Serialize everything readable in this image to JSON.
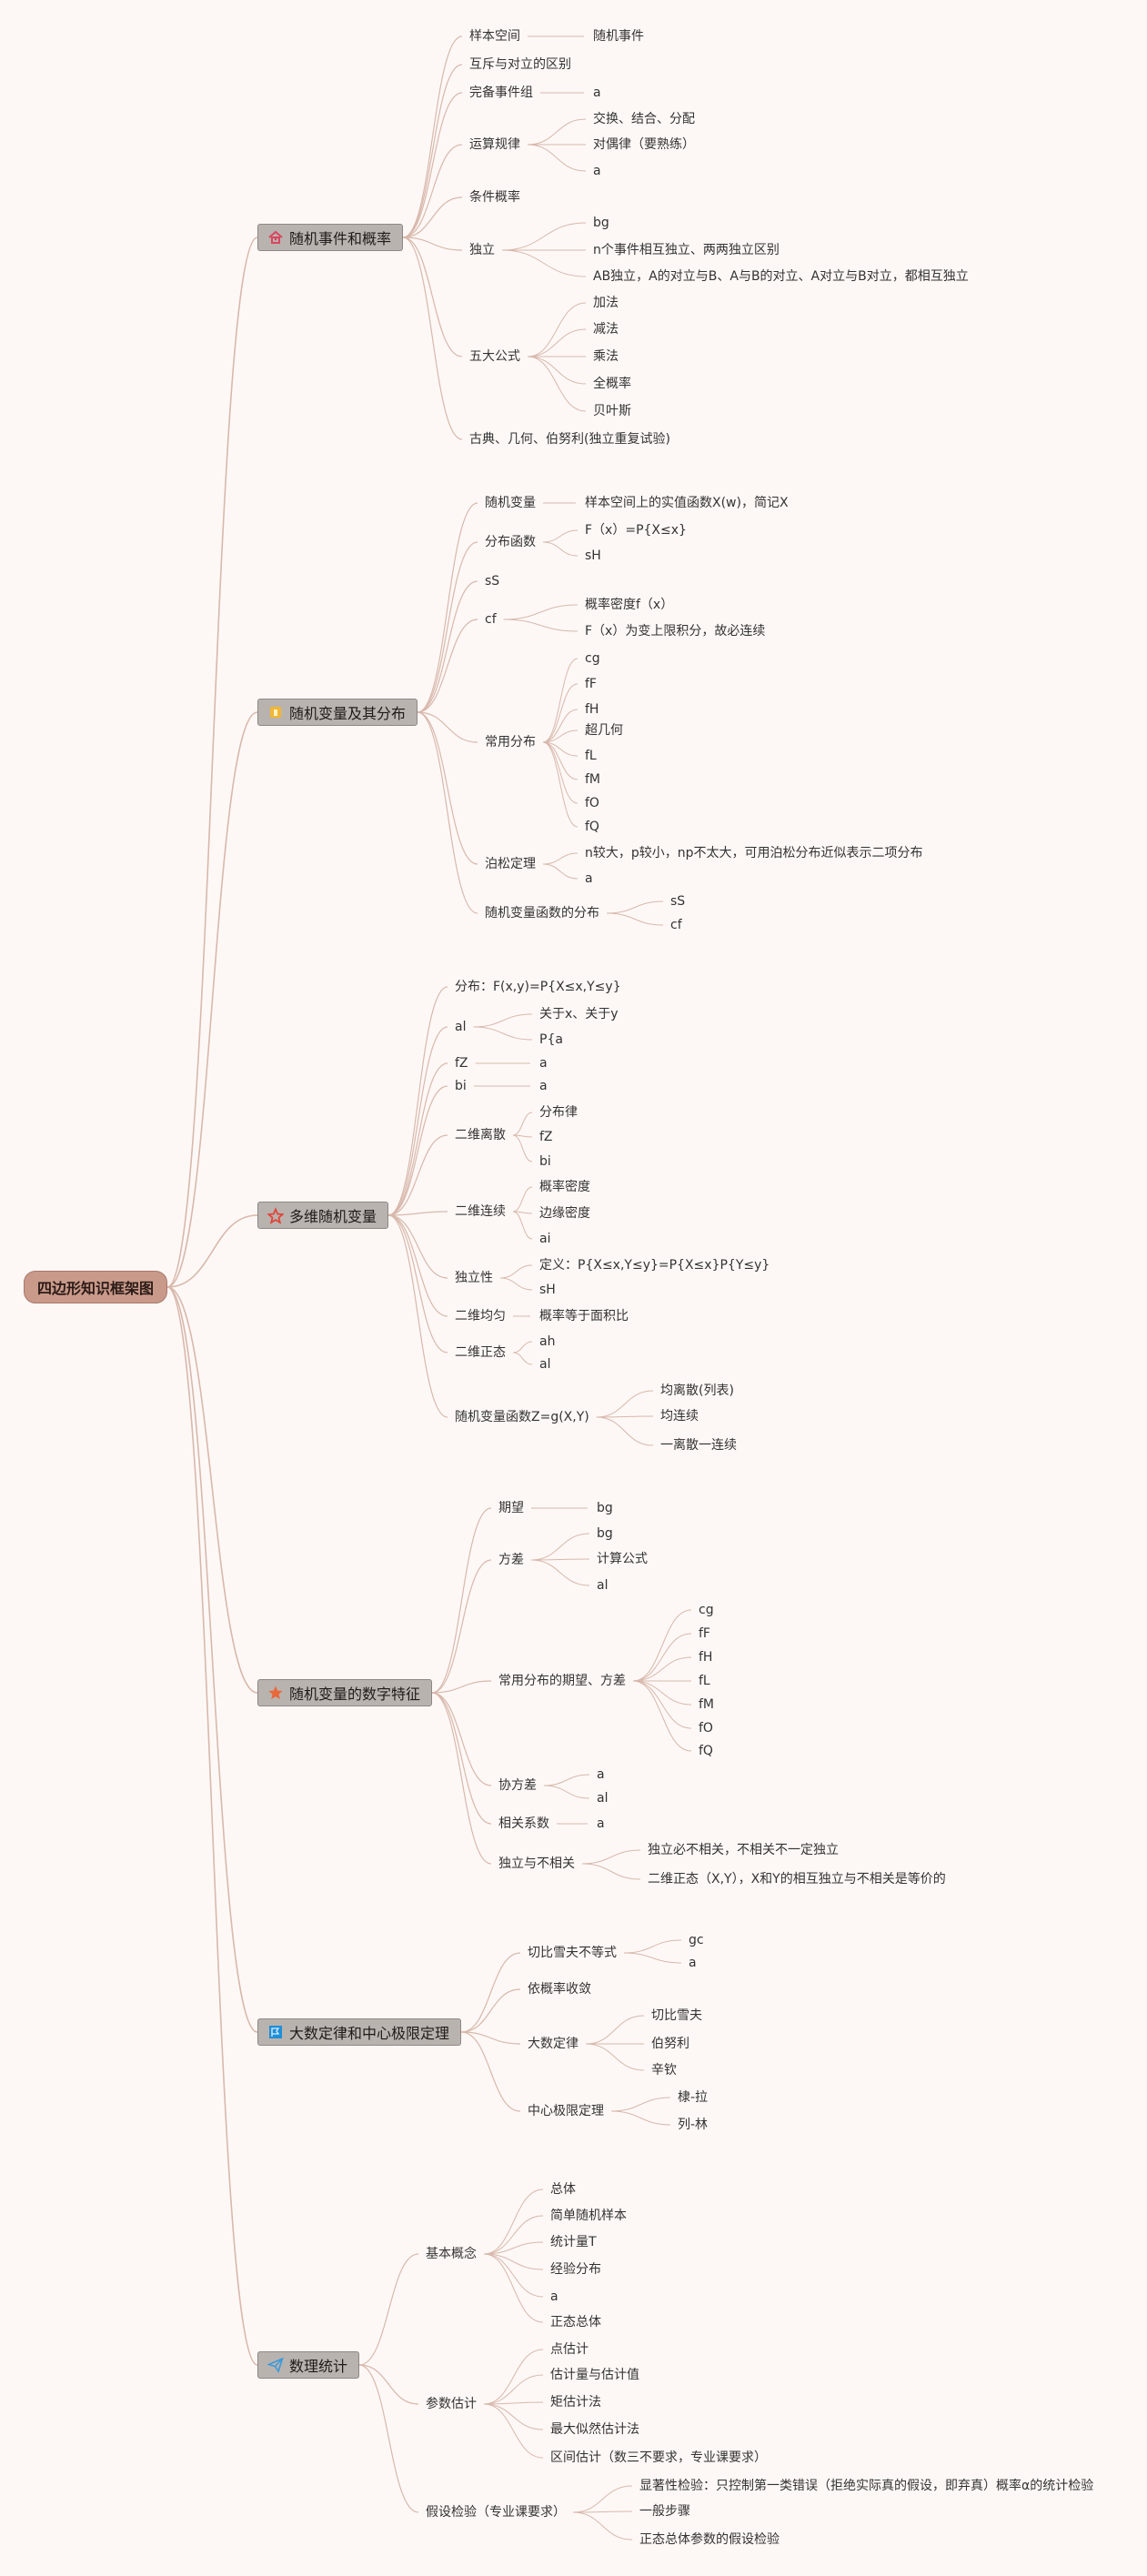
{
  "root": {
    "label": "四边形知识框架图"
  },
  "colors": {
    "edge": "#d8b8ac",
    "background": "#fdf8f6",
    "root": "#c99a8a",
    "main": "#b9b3b0"
  },
  "branches": [
    {
      "label": "随机事件和概率",
      "icon": "house-icon",
      "icon_color": "#d9455f",
      "children": [
        {
          "label": "样本空间",
          "children": [
            {
              "label": "随机事件"
            }
          ]
        },
        {
          "label": "互斥与对立的区别"
        },
        {
          "label": "完备事件组",
          "children": [
            {
              "label": "a"
            }
          ]
        },
        {
          "label": "运算规律",
          "children": [
            {
              "label": "交换、结合、分配"
            },
            {
              "label": "对偶律（要熟练）"
            },
            {
              "label": "a"
            }
          ]
        },
        {
          "label": "条件概率"
        },
        {
          "label": "独立",
          "children": [
            {
              "label": "bg"
            },
            {
              "label": "n个事件相互独立、两两独立区别"
            },
            {
              "label": "AB独立，A的对立与B、A与B的对立、A对立与B对立，都相互独立"
            }
          ]
        },
        {
          "label": "五大公式",
          "children": [
            {
              "label": "加法"
            },
            {
              "label": "减法"
            },
            {
              "label": "乘法"
            },
            {
              "label": "全概率"
            },
            {
              "label": "贝叶斯"
            }
          ]
        },
        {
          "label": "古典、几何、伯努利(独立重复试验)"
        }
      ]
    },
    {
      "label": "随机变量及其分布",
      "icon": "bulb-icon",
      "icon_color": "#f2b632",
      "children": [
        {
          "label": "随机变量",
          "children": [
            {
              "label": "样本空间上的实值函数X(w)，简记X"
            }
          ]
        },
        {
          "label": "分布函数",
          "children": [
            {
              "label": "F（x）=P{X≤x}"
            },
            {
              "label": "sH"
            }
          ]
        },
        {
          "label": "sS"
        },
        {
          "label": "cf",
          "children": [
            {
              "label": "概率密度f（x）"
            },
            {
              "label": "F（x）为变上限积分，故必连续"
            }
          ]
        },
        {
          "label": "常用分布",
          "children": [
            {
              "label": "cg"
            },
            {
              "label": "fF"
            },
            {
              "label": "fH"
            },
            {
              "label": "超几何"
            },
            {
              "label": "fL"
            },
            {
              "label": "fM"
            },
            {
              "label": "fO"
            },
            {
              "label": "fQ"
            }
          ]
        },
        {
          "label": "泊松定理",
          "children": [
            {
              "label": "n较大，p较小，np不太大，可用泊松分布近似表示二项分布"
            },
            {
              "label": "a"
            }
          ]
        },
        {
          "label": "随机变量函数的分布",
          "children": [
            {
              "label": "sS"
            },
            {
              "label": "cf"
            }
          ]
        }
      ]
    },
    {
      "label": "多维随机变量",
      "icon": "star-outline-icon",
      "icon_color": "#e0453a",
      "children": [
        {
          "label": "分布：F(x,y)=P{X≤x,Y≤y}"
        },
        {
          "label": "al",
          "children": [
            {
              "label": "关于x、关于y"
            },
            {
              "label": "P{a"
            }
          ]
        },
        {
          "label": "fZ",
          "children": [
            {
              "label": "a"
            }
          ]
        },
        {
          "label": "bi",
          "children": [
            {
              "label": "a"
            }
          ]
        },
        {
          "label": "二维离散",
          "children": [
            {
              "label": "分布律"
            },
            {
              "label": "fZ"
            },
            {
              "label": "bi"
            }
          ]
        },
        {
          "label": "二维连续",
          "children": [
            {
              "label": "概率密度"
            },
            {
              "label": "边缘密度"
            },
            {
              "label": "ai"
            }
          ]
        },
        {
          "label": "独立性",
          "children": [
            {
              "label": "定义：P{X≤x,Y≤y}=P{X≤x}P{Y≤y}"
            },
            {
              "label": "sH"
            }
          ]
        },
        {
          "label": "二维均匀",
          "children": [
            {
              "label": "概率等于面积比"
            }
          ]
        },
        {
          "label": "二维正态",
          "children": [
            {
              "label": "ah"
            },
            {
              "label": "al"
            }
          ]
        },
        {
          "label": "随机变量函数Z=g(X,Y)",
          "children": [
            {
              "label": "均离散(列表)"
            },
            {
              "label": "均连续"
            },
            {
              "label": "一离散一连续"
            }
          ]
        }
      ]
    },
    {
      "label": "随机变量的数字特征",
      "icon": "star-filled-icon",
      "icon_color": "#e8683a",
      "children": [
        {
          "label": "期望",
          "children": [
            {
              "label": "bg"
            }
          ]
        },
        {
          "label": "方差",
          "children": [
            {
              "label": "bg"
            },
            {
              "label": "计算公式"
            },
            {
              "label": "al"
            }
          ]
        },
        {
          "label": "常用分布的期望、方差",
          "children": [
            {
              "label": "cg"
            },
            {
              "label": "fF"
            },
            {
              "label": "fH"
            },
            {
              "label": "fL"
            },
            {
              "label": "fM"
            },
            {
              "label": "fO"
            },
            {
              "label": "fQ"
            }
          ]
        },
        {
          "label": "协方差",
          "children": [
            {
              "label": "a"
            },
            {
              "label": "al"
            }
          ]
        },
        {
          "label": "相关系数",
          "children": [
            {
              "label": "a"
            }
          ]
        },
        {
          "label": "独立与不相关",
          "children": [
            {
              "label": "独立必不相关，不相关不一定独立"
            },
            {
              "label": "二维正态（X,Y），X和Y的相互独立与不相关是等价的"
            }
          ]
        }
      ]
    },
    {
      "label": "大数定律和中心极限定理",
      "icon": "flag-icon",
      "icon_color": "#1f8fd6",
      "children": [
        {
          "label": "切比雪夫不等式",
          "children": [
            {
              "label": "gc"
            },
            {
              "label": "a"
            }
          ]
        },
        {
          "label": "依概率收敛"
        },
        {
          "label": "大数定律",
          "children": [
            {
              "label": "切比雪夫"
            },
            {
              "label": "伯努利"
            },
            {
              "label": "辛钦"
            }
          ]
        },
        {
          "label": "中心极限定理",
          "children": [
            {
              "label": "棣-拉"
            },
            {
              "label": "列-林"
            }
          ]
        }
      ]
    },
    {
      "label": "数理统计",
      "icon": "paper-plane-icon",
      "icon_color": "#3a9ad9",
      "children": [
        {
          "label": "基本概念",
          "children": [
            {
              "label": "总体"
            },
            {
              "label": "简单随机样本"
            },
            {
              "label": "统计量T"
            },
            {
              "label": "经验分布"
            },
            {
              "label": "a"
            },
            {
              "label": "正态总体"
            }
          ]
        },
        {
          "label": "参数估计",
          "children": [
            {
              "label": "点估计"
            },
            {
              "label": "估计量与估计值"
            },
            {
              "label": "矩估计法"
            },
            {
              "label": "最大似然估计法"
            },
            {
              "label": "区间估计（数三不要求，专业课要求）"
            }
          ]
        },
        {
          "label": "假设检验（专业课要求）",
          "children": [
            {
              "label": "显著性检验：只控制第一类错误（拒绝实际真的假设，即弃真）概率α的统计检验"
            },
            {
              "label": "一般步骤"
            },
            {
              "label": "正态总体参数的假设检验"
            }
          ]
        }
      ]
    }
  ]
}
